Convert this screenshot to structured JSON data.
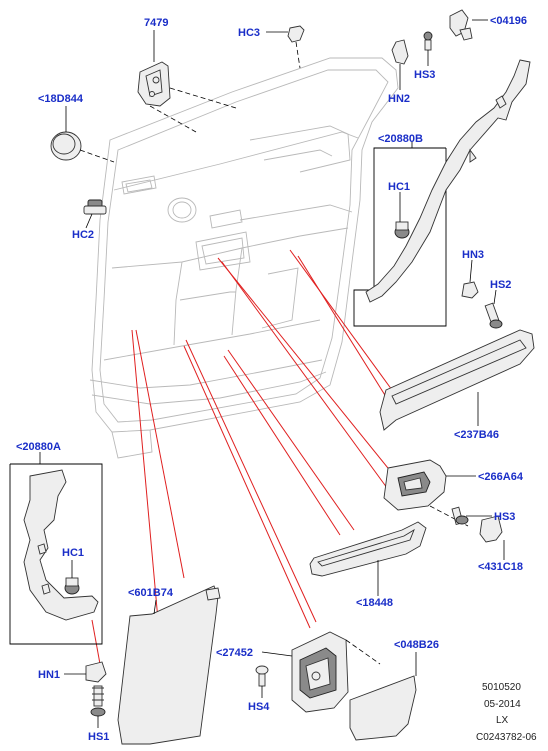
{
  "labels": {
    "p7479": "7479",
    "hc3": "HC3",
    "p04196": "<04196",
    "hs3_top": "HS3",
    "hn2": "HN2",
    "p18d844": "<18D844",
    "p20880b": "<20880B",
    "hc1_right": "HC1",
    "hc2": "HC2",
    "hn3": "HN3",
    "hs2": "HS2",
    "p237b46": "<237B46",
    "p20880a": "<20880A",
    "hc1_left": "HC1",
    "p266a64": "<266A64",
    "hs3_mid": "HS3",
    "p431c18": "<431C18",
    "p18448": "<18448",
    "p601b74": "<601B74",
    "p27452": "<27452",
    "p048b26": "<048B26",
    "hn1": "HN1",
    "hs1": "HS1",
    "hs4": "HS4"
  },
  "reference": {
    "line1": "5010520",
    "line2": "05-2014",
    "line3": "LX",
    "line4": "C0243782-06"
  },
  "colors": {
    "label_text": "#1a2ec8",
    "leader_red": "#e02020",
    "door_outline": "#b9b9b9"
  }
}
